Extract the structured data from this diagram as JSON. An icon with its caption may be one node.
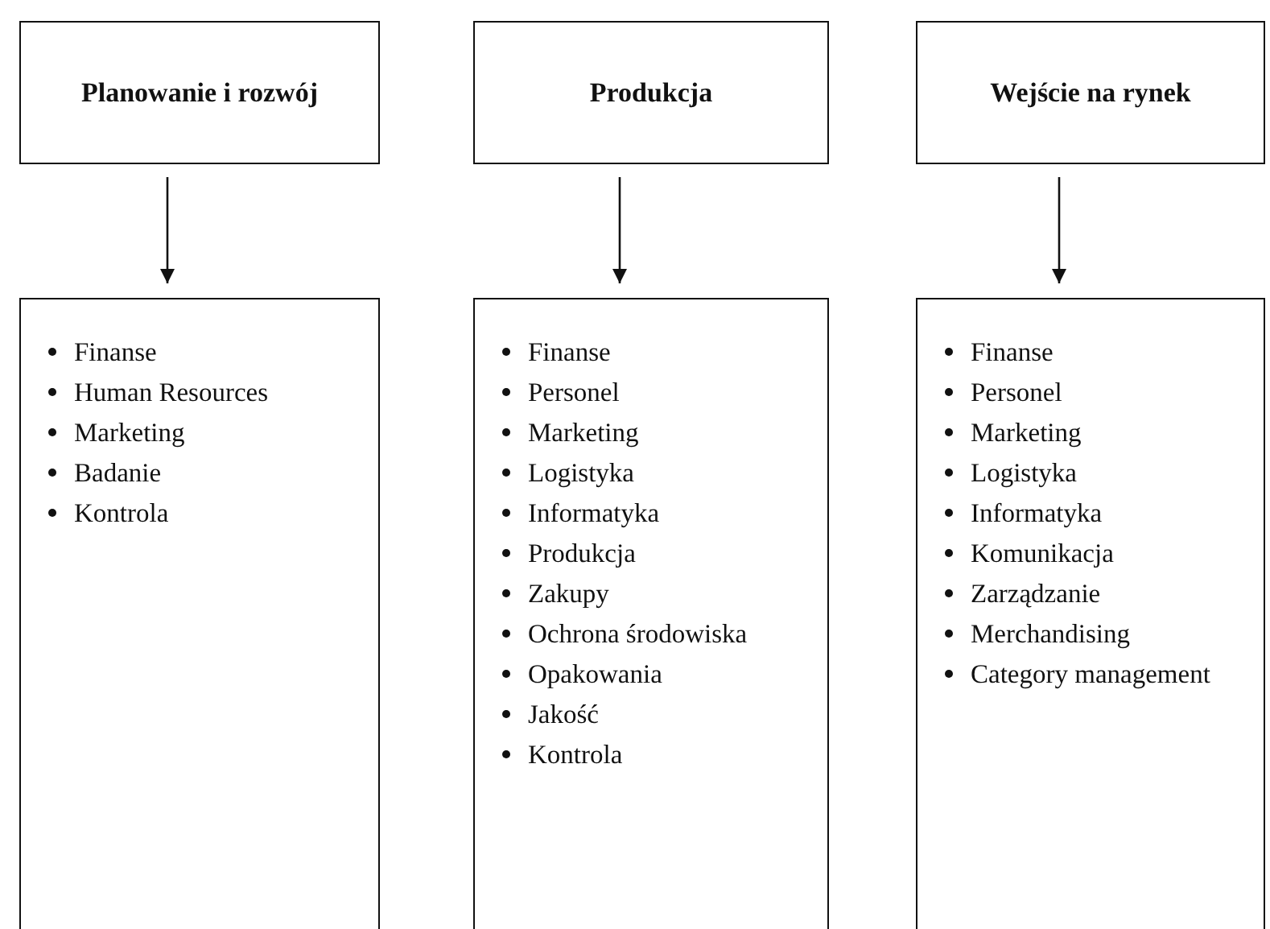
{
  "diagram": {
    "nodes": [
      {
        "text": [
          "Planowanie i rozwój"
        ]
      },
      {
        "text": [
          "Produkcja"
        ]
      },
      {
        "text": [
          "Wejście na rynek"
        ]
      },
      {
        "text": [
          "Finanse",
          "Human Resources",
          "Marketing",
          "Badanie",
          "Kontrola"
        ]
      },
      {
        "text": [
          "Finanse",
          "Personel",
          "Marketing",
          "Logistyka",
          "Informatyka",
          "Produkcja",
          "Zakupy",
          "Ochrona środowiska",
          "Opakowania",
          "Jakość",
          "Kontrola"
        ]
      },
      {
        "text": [
          "Finanse",
          "Personel",
          "Marketing",
          "Logistyka",
          "Informatyka",
          "Komunikacja",
          "Zarządzanie",
          "Merchandising",
          "Category management"
        ]
      }
    ],
    "edges": [
      {
        "from": 0,
        "to": 3,
        "arrow": "to"
      },
      {
        "from": 1,
        "to": 4,
        "arrow": "to"
      },
      {
        "from": 2,
        "to": 5,
        "arrow": "to"
      }
    ]
  }
}
